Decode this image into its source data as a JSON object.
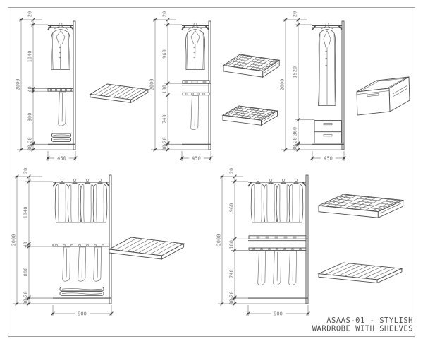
{
  "sheet": {
    "title_line1": "ASAAS-01 - STYLISH",
    "title_line2": "WARDROBE WITH SHELVES"
  },
  "colors": {
    "drawing_line": "#4d4d4d",
    "dimension_line": "#858585",
    "dimension_text": "#757575",
    "title_text": "#4f4f4f",
    "border": "#9e9e9e",
    "background": "#ffffff"
  },
  "wardrobes": [
    {
      "total": "2000",
      "width": "450",
      "segments": [
        "20",
        "1040",
        "40",
        "800",
        "20",
        "80"
      ]
    },
    {
      "total": "2000",
      "width": "450",
      "segments": [
        "20",
        "960",
        "180",
        "740",
        "20",
        "80"
      ]
    },
    {
      "total": "2000",
      "width": "450",
      "segments": [
        "20",
        "1520",
        "360",
        "20",
        "80"
      ]
    },
    {
      "total": "2000",
      "width": "900",
      "segments": [
        "20",
        "1040",
        "40",
        "800",
        "20",
        "80"
      ]
    },
    {
      "total": "2000",
      "width": "900",
      "segments": [
        "20",
        "960",
        "180",
        "740",
        "20",
        "80"
      ]
    }
  ]
}
